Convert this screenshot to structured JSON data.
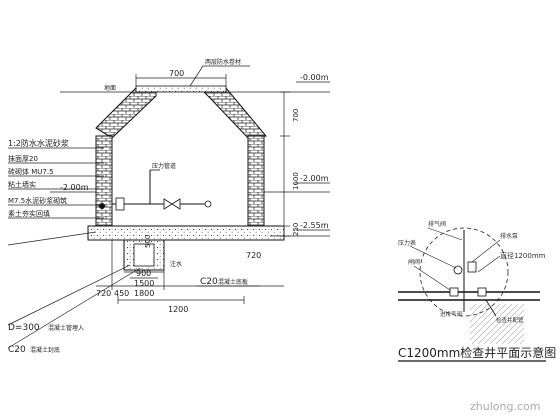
{
  "drawing": {
    "dims": {
      "top_width": "700",
      "roof_height": "700",
      "mid_height": "1600",
      "base_height": "250",
      "floor_offset": "720",
      "sump_w1": "900",
      "sump_w2": "1500",
      "sump_w3": "1800",
      "side_720": "720",
      "side_450": "450",
      "total_width": "1200",
      "small_dim": "500"
    },
    "elevations": {
      "ground": "-0.00m",
      "water_right": "-2.00m",
      "water_left": "-2.00m",
      "bottom": "-2.55m"
    },
    "labels": {
      "roof_layer": "1:2防水水泥砂浆",
      "mortar": "抹面厚20",
      "brick": "砖砌体 MU7.5",
      "mud_wall": "粘土墙实",
      "mortar_m75": "M7.5水泥砂浆砌筑",
      "backfill": "素土夯实回填",
      "waterproof_top": "两层防水卷材",
      "pipe_label": "压力管道",
      "surface_label": "地面",
      "c20_floor": "C20",
      "c20_floor_sub": "混凝土底板",
      "d300": "D=300",
      "d300_sub": "混凝土管埋入",
      "c20_bottom": "C20",
      "c20_bottom_sub": "混凝土封底",
      "small_note": "注水"
    },
    "detail": {
      "title": "C1200mm检查井平面示意图",
      "vent_valve": "排气阀",
      "pressure_gauge": "压力表",
      "sump_pump": "排水泵",
      "air_valve": "进排气阀",
      "valve": "闸阀",
      "diameter": "直径1200mm",
      "pipe_ref": "检查井配管"
    },
    "watermark": "zhulong.com"
  }
}
